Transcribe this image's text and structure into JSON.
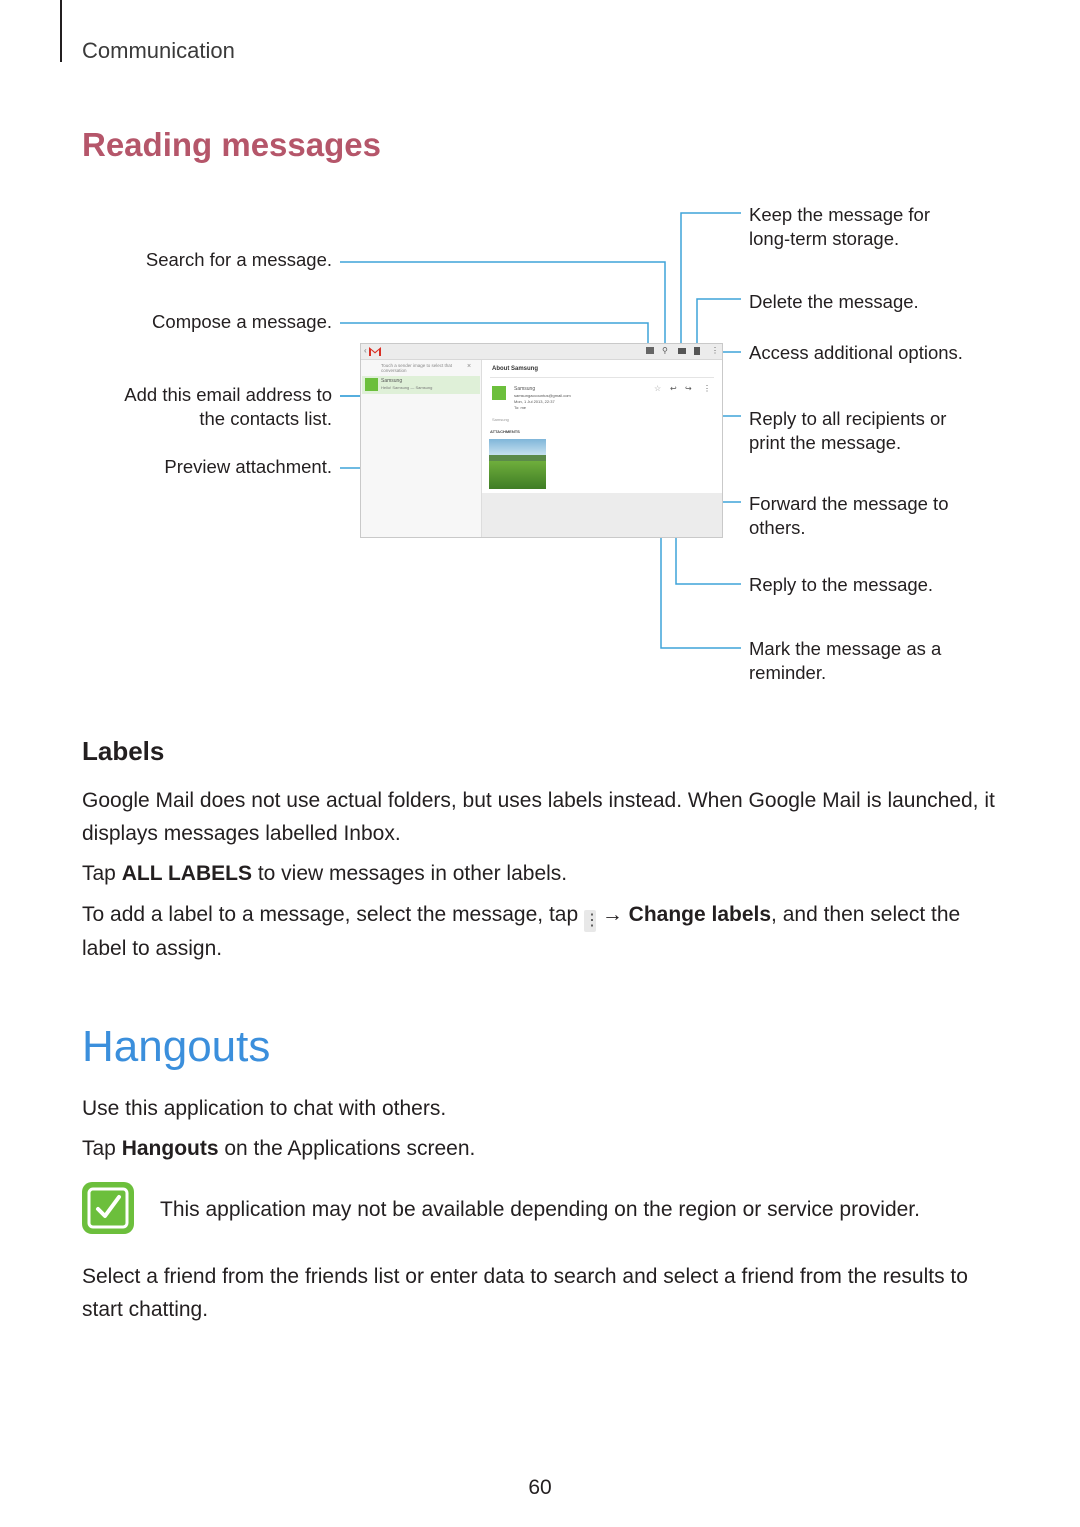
{
  "header": {
    "section": "Communication"
  },
  "reading": {
    "title": "Reading messages",
    "callouts": {
      "search": "Search for a message.",
      "compose": "Compose a message.",
      "add_contact_1": "Add this email address to",
      "add_contact_2": "the contacts list.",
      "preview": "Preview attachment.",
      "keep_1": "Keep the message for",
      "keep_2": "long-term storage.",
      "delete": "Delete the message.",
      "options": "Access additional options.",
      "reply_all_1": "Reply to all recipients or",
      "reply_all_2": "print the message.",
      "forward_1": "Forward the message to",
      "forward_2": "others.",
      "reply": "Reply to the message.",
      "mark_1": "Mark the message as a",
      "mark_2": "reminder."
    },
    "screenshot": {
      "list_hint": "Touch a sender image to select that conversation",
      "sender": "Samsung",
      "sender_line": "Hello! Samsung — Samsung",
      "subject": "About Samsung",
      "from_name": "Samsung",
      "from_email": "samsungaccountus@gmail.com",
      "date": "Mon, 1 Jul 2013, 22:37",
      "to": "To: me",
      "body": "Samsung",
      "attachments": "ATTACHMENTS"
    }
  },
  "labels": {
    "title": "Labels",
    "p1": "Google Mail does not use actual folders, but uses labels instead. When Google Mail is launched, it displays messages labelled Inbox.",
    "p2_pre": "Tap ",
    "p2_bold": "ALL LABELS",
    "p2_post": " to view messages in other labels.",
    "p3_pre": "To add a label to a message, select the message, tap ",
    "p3_arrow": " → ",
    "p3_bold": "Change labels",
    "p3_post": ", and then select the label to assign."
  },
  "hangouts": {
    "title": "Hangouts",
    "p1": "Use this application to chat with others.",
    "p2_pre": "Tap ",
    "p2_bold": "Hangouts",
    "p2_post": " on the Applications screen.",
    "note": "This application may not be available depending on the region or service provider.",
    "p3": "Select a friend from the friends list or enter data to search and select a friend from the results to start chatting."
  },
  "footer": {
    "page": "60"
  },
  "colors": {
    "red_heading": "#b5566a",
    "blue_heading": "#3b8fdc",
    "callout_line": "#3fa3d9",
    "note_green": "#6cbf3c"
  }
}
